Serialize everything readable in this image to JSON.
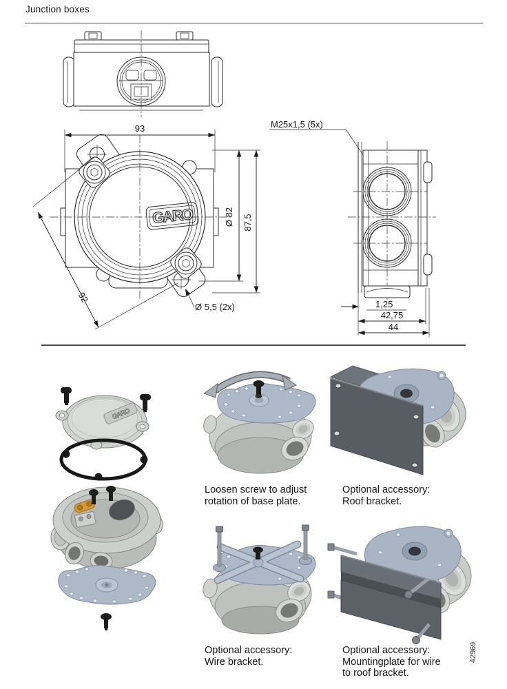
{
  "page": {
    "title": "Junction boxes",
    "doc_number": "42969",
    "brand": "GARO"
  },
  "front_view": {
    "dim_width": "93",
    "dim_diagonal": "92",
    "dim_lid_diameter": "Ø 82",
    "dim_height": "87,5",
    "hole_label": "Ø 5,5 (2x)"
  },
  "side_view": {
    "entry_label": "M25x1,5 (5x)",
    "dim_plate_thickness": "1,25",
    "dim_body_depth": "42,75",
    "dim_total_depth": "44"
  },
  "captions": {
    "rotation": "Loosen screw to adjust\nrotation of base plate.",
    "roof": "Optional accessory:\nRoof bracket.",
    "wire": "Optional accessory:\nWire bracket.",
    "mounting": "Optional accessory:\nMountingplate for wire\nto roof bracket."
  },
  "colors": {
    "drawing_line": "#2a2a2a",
    "plate_blue": "#a9b5c5",
    "bracket_gray": "#585d63",
    "body_gray": "#cbcfcb",
    "hardware_black": "#1e1e1e",
    "accent_orange": "#d29a35"
  }
}
